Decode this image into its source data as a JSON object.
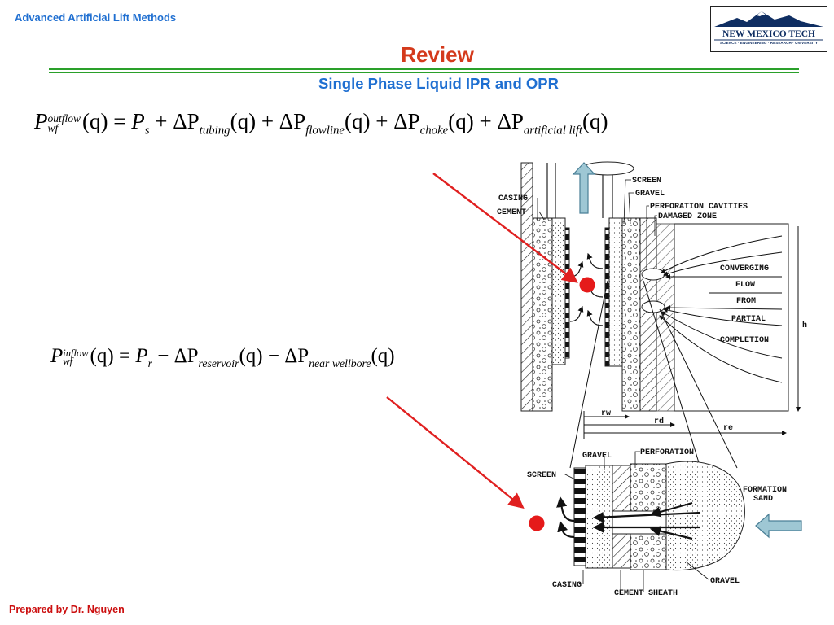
{
  "header": {
    "course_title": "Advanced Artificial Lift Methods",
    "logo": {
      "name": "NEW MEXICO TECH",
      "tagline": "SCIENCE · ENGINEERING · RESEARCH · UNIVERSITY"
    }
  },
  "slide": {
    "title": "Review",
    "subtitle": "Single Phase Liquid IPR and OPR"
  },
  "equations": {
    "outflow": {
      "lhs_base": "P",
      "lhs_sup": "outflow",
      "lhs_sub": "wf",
      "arg": "(q)",
      "eq": " = ",
      "ps": "P",
      "ps_sub": "s",
      "terms": [
        {
          "sign": " + ",
          "delta": "ΔP",
          "sub": "tubing",
          "arg": "(q)"
        },
        {
          "sign": " + ",
          "delta": "ΔP",
          "sub": "flowline",
          "arg": "(q)"
        },
        {
          "sign": " + ",
          "delta": "ΔP",
          "sub": "choke",
          "arg": "(q)"
        },
        {
          "sign": " + ",
          "delta": "ΔP",
          "sub": "artificial lift",
          "arg": "(q)"
        }
      ]
    },
    "inflow": {
      "lhs_base": "P",
      "lhs_sup": "inflow",
      "lhs_sub": "wf",
      "arg": "(q)",
      "eq": " = ",
      "pr": "P",
      "pr_sub": "r",
      "terms": [
        {
          "sign": " − ",
          "delta": "ΔP",
          "sub": "reservoir",
          "arg": "(q)"
        },
        {
          "sign": " − ",
          "delta": "ΔP",
          "sub": "near wellbore",
          "arg": "(q)"
        }
      ]
    }
  },
  "diagram": {
    "upper_labels": {
      "screen": "SCREEN",
      "gravel": "GRAVEL",
      "casing": "CASING",
      "cement": "CEMENT",
      "perforation_cavities": "PERFORATION CAVITIES",
      "damaged_zone": "DAMAGED ZONE",
      "h": "h",
      "rw": "rw",
      "rd": "rd",
      "re": "re"
    },
    "flow_text": [
      "CONVERGING",
      "FLOW",
      "FROM",
      "PARTIAL",
      "COMPLETION"
    ],
    "lower_labels": {
      "gravel": "GRAVEL",
      "perforation": "PERFORATION",
      "screen": "SCREEN",
      "formation_sand": [
        "FORMATION",
        "SAND"
      ],
      "gravel2": "GRAVEL",
      "casing": "CASING",
      "cement_sheath": "CEMENT SHEATH"
    },
    "colors": {
      "pointer_arrow": "#e02020",
      "marker_dot": "#e51a1a",
      "flow_arrow_fill": "#9ec7d4",
      "flow_arrow_stroke": "#4a7f96"
    }
  },
  "footer": {
    "prepared_by": "Prepared by Dr. Nguyen"
  }
}
